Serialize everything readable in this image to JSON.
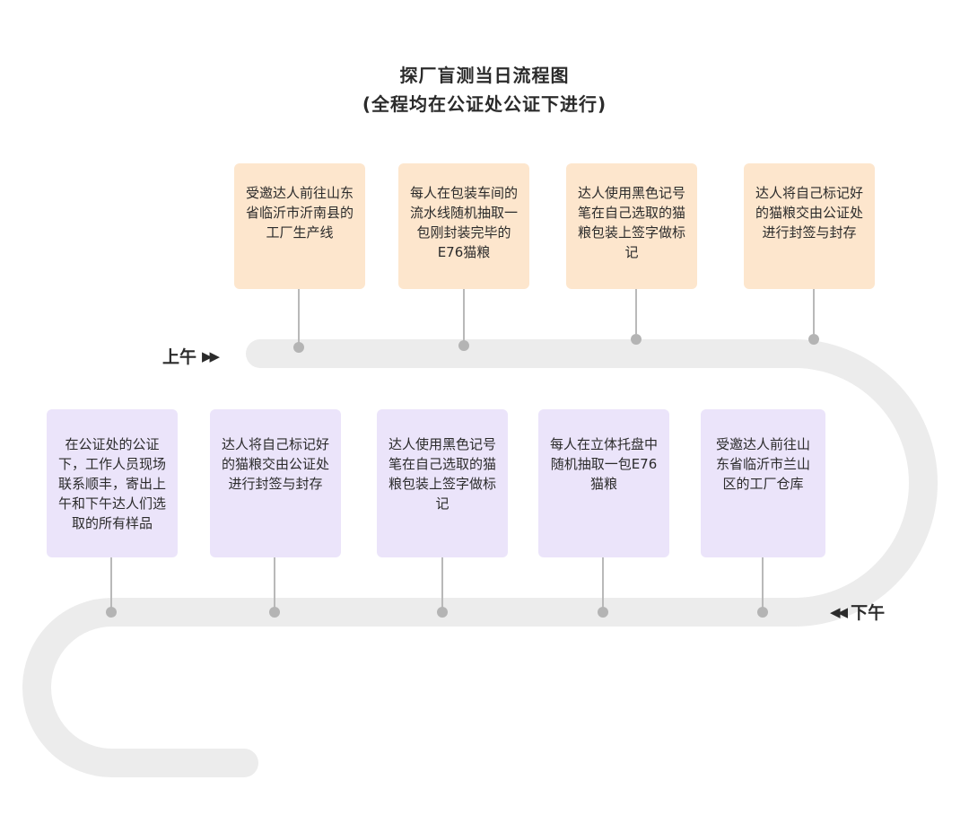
{
  "title": {
    "line1": "探厂盲测当日流程图",
    "line2": "(全程均在公证处公证下进行)"
  },
  "morning": {
    "label": "上午",
    "arrow_icon": "double-right-triangle",
    "steps": [
      "受邀达人前往山东省临沂市沂南县的工厂生产线",
      "每人在包装车间的流水线随机抽取一包刚封装完毕的E76猫粮",
      "达人使用黑色记号笔在自己选取的猫粮包装上签字做标记",
      "达人将自己标记好的猫粮交由公证处进行封签与封存"
    ]
  },
  "afternoon": {
    "label": "下午",
    "arrow_icon": "double-left-triangle",
    "steps": [
      "在公证处的公证下，工作人员现场联系顺丰，寄出上午和下午达人们选取的所有样品",
      "达人将自己标记好的猫粮交由公证处进行封签与封存",
      "达人使用黑色记号笔在自己选取的猫粮包装上签字做标记",
      "每人在立体托盘中随机抽取一包E76猫粮",
      "受邀达人前往山东省临沂市兰山区的工厂仓库"
    ]
  },
  "colors": {
    "morning_card": "#fde6cd",
    "afternoon_card": "#ebe4fa",
    "track": "#ececec",
    "dot": "#b4b4b4"
  }
}
